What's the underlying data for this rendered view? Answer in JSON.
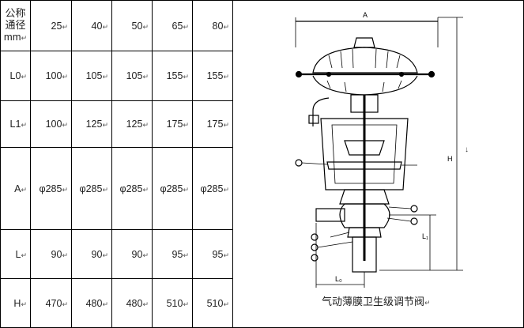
{
  "table": {
    "header": {
      "line1": "公称",
      "line2": "通径",
      "line3": "mm"
    },
    "rows": [
      {
        "label": "",
        "values": [
          "25",
          "40",
          "50",
          "65",
          "80"
        ]
      },
      {
        "label": "L0",
        "values": [
          "100",
          "105",
          "105",
          "155",
          "155"
        ]
      },
      {
        "label": "L1",
        "values": [
          "100",
          "125",
          "125",
          "175",
          "175"
        ]
      },
      {
        "label": "A",
        "values": [
          "φ285",
          "φ285",
          "φ285",
          "φ285",
          "φ285"
        ]
      },
      {
        "label": "L",
        "values": [
          "90",
          "90",
          "90",
          "95",
          "95"
        ]
      },
      {
        "label": "H",
        "values": [
          "470",
          "480",
          "480",
          "510",
          "510"
        ]
      }
    ],
    "return_mark": "↵"
  },
  "figure": {
    "caption": "气动薄膜卫生级调节阀",
    "label_A": "A",
    "label_H": "H",
    "label_L1": "L₁",
    "label_L0": "L₀",
    "side_arrow": "↓"
  }
}
